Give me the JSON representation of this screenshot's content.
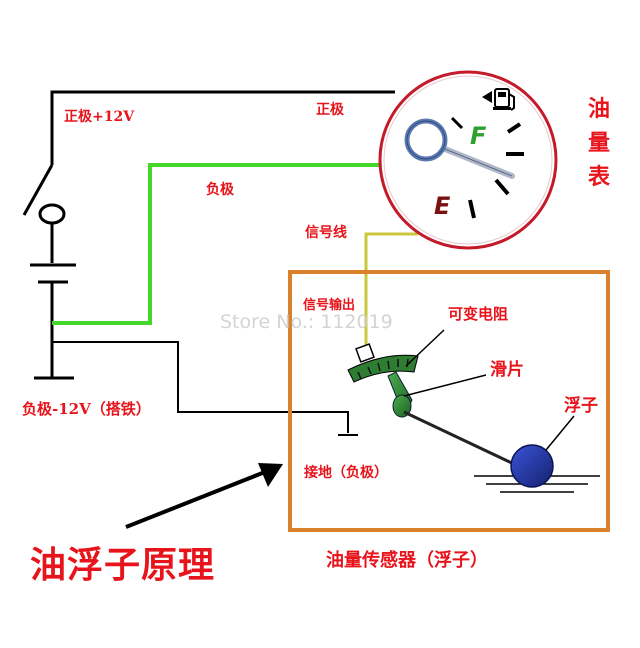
{
  "labels": {
    "positive_12v": "正极+12V",
    "positive": "正极",
    "negative": "负极",
    "signal_line": "信号线",
    "signal_output": "信号输出",
    "variable_resistor": "可变电阻",
    "slider": "滑片",
    "float": "浮子",
    "negative_12v_chassis": "负极-12V（搭铁）",
    "ground_negative": "接地（负极）",
    "sensor_caption": "油量传感器（浮子）",
    "principle_title": "油浮子原理"
  },
  "gauge": {
    "title_chars": [
      "油",
      "量",
      "表"
    ],
    "full_mark": "F",
    "empty_mark": "E",
    "pump_icon": "fuel-pump-icon"
  },
  "watermark": "Store No.: 112019",
  "colors": {
    "label_red": "#e8141b",
    "positive_wire": "#000000",
    "negative_wire": "#45d62a",
    "signal_wire": "#c8c83a",
    "sensor_frame": "#d9822b",
    "gauge_border": "#c41a2a",
    "float_ball": "#1c2f9e",
    "arm_green": "#2e7d32",
    "full_mark": "#2ea02e",
    "empty_mark": "#7a1010"
  }
}
